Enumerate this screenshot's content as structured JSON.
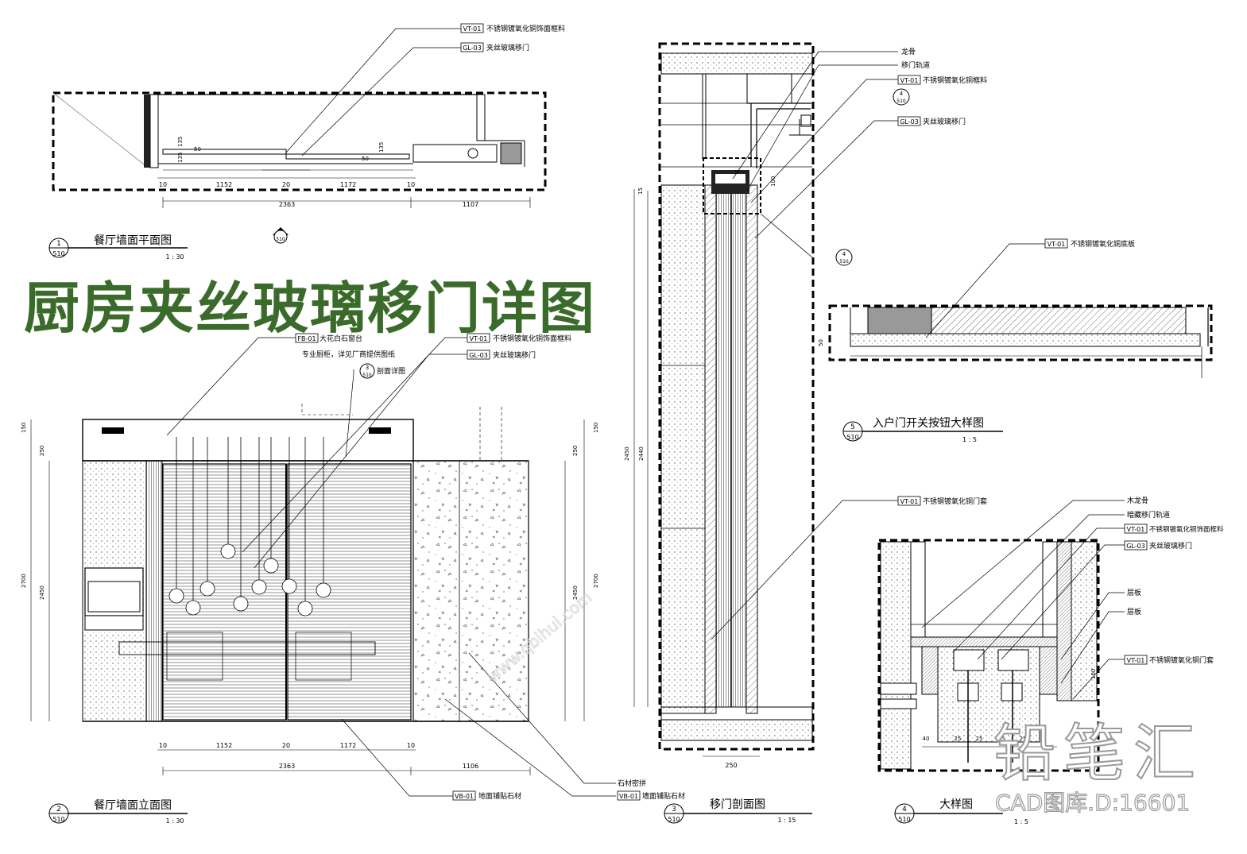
{
  "banner": {
    "title": "厨房夹丝玻璃移门详图",
    "color": "#3a6b2a"
  },
  "watermark": {
    "brand": "铅笔汇",
    "cad_id": "CAD图库.D:16601",
    "site": "www.qbihui.com"
  },
  "views": {
    "plan": {
      "no": "1",
      "sheet": "510",
      "title": "餐厅墙面平面图",
      "scale": "1 : 30",
      "callouts": [
        {
          "code": "VT-01",
          "text": "不锈钢镀氧化铜饰面框料"
        },
        {
          "code": "GL-03",
          "text": "夹丝玻璃移门"
        }
      ],
      "dims_top": [
        "10",
        "1152",
        "20",
        "1172",
        "10"
      ],
      "dims_bottom": [
        "2363",
        "1107"
      ],
      "small_dims": [
        "135",
        "135",
        "135",
        "50",
        "50"
      ],
      "section_mark": {
        "no": "2",
        "sheet": "510"
      }
    },
    "elevation": {
      "no": "2",
      "sheet": "510",
      "title": "餐厅墙面立面图",
      "scale": "1 : 30",
      "callouts_top": [
        {
          "code": "FB-01",
          "text": "大花白石窗台"
        },
        {
          "code": "",
          "text": "专业厨柜，详见厂商提供图纸"
        },
        {
          "code": "VT-01",
          "text": "不锈钢镀氧化铜饰面框料"
        },
        {
          "code": "GL-03",
          "text": "夹丝玻璃移门"
        },
        {
          "code": "",
          "text": "剖面详图"
        }
      ],
      "callouts_bottom": [
        {
          "code": "VB-01",
          "text": "地面铺贴石材"
        },
        {
          "code": "",
          "text": "石材密拼"
        },
        {
          "code": "VB-01",
          "text": "墙面铺贴石材"
        }
      ],
      "dims_left": [
        "150",
        "250",
        "2700",
        "2450"
      ],
      "dims_right": [
        "150",
        "250",
        "2700",
        "2450"
      ],
      "dims_top": [
        "10",
        "1152",
        "20",
        "1172",
        "10"
      ],
      "dims_bottom": [
        "2363",
        "1106"
      ],
      "detail_mark": {
        "no": "3",
        "sheet": "510"
      }
    },
    "section": {
      "no": "3",
      "sheet": "510",
      "title": "移门剖面图",
      "scale": "1 : 15",
      "callouts": [
        {
          "code": "",
          "text": "龙骨"
        },
        {
          "code": "",
          "text": "移门轨道"
        },
        {
          "code": "VT-01",
          "text": "不锈钢镀氧化铜框料"
        },
        {
          "code": "GL-03",
          "text": "夹丝玻璃移门"
        },
        {
          "code": "VT-01",
          "text": "不锈钢镀氧化铜门套"
        }
      ],
      "detail_ref": {
        "no": "4",
        "sheet": "510"
      },
      "dims": [
        "15",
        "2450",
        "2440",
        "100",
        "250"
      ]
    },
    "button": {
      "no": "5",
      "sheet": "510",
      "title": "入户门开关按钮大样图",
      "scale": "1 : 5",
      "callouts": [
        {
          "code": "VT-01",
          "text": "不锈钢镀氧化铜底板"
        }
      ],
      "dims": [
        "50"
      ]
    },
    "detail": {
      "no": "4",
      "sheet": "510",
      "title": "大样图",
      "scale": "1 : 5",
      "callouts": [
        {
          "code": "",
          "text": "木龙骨"
        },
        {
          "code": "",
          "text": "暗藏移门轨道"
        },
        {
          "code": "VT-01",
          "text": "不锈钢镀氧化铜饰面框料"
        },
        {
          "code": "GL-03",
          "text": "夹丝玻璃移门"
        },
        {
          "code": "",
          "text": "层板"
        },
        {
          "code": "",
          "text": "层板"
        },
        {
          "code": "VT-01",
          "text": "不锈钢镀氧化铜门套"
        }
      ],
      "dims": [
        "40",
        "25",
        "25",
        "25",
        "25",
        "100"
      ]
    }
  }
}
